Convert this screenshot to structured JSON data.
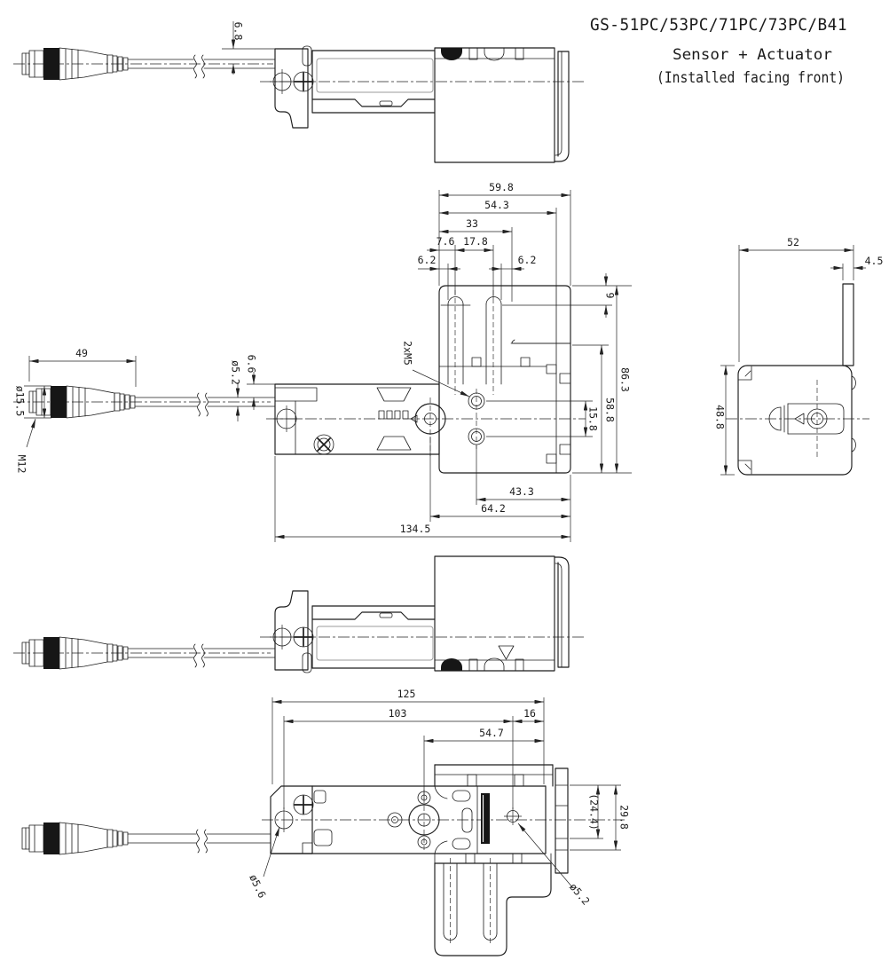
{
  "title": {
    "model": "GS-51PC/53PC/71PC/73PC/B41",
    "subtitle": "Sensor + Actuator",
    "note": "(Installed facing front)"
  },
  "dims": {
    "top_cable_offset": "6.8",
    "plate_width": "59.8",
    "plate_inner_width": "54.3",
    "slot_span": "33",
    "slot_offset": "7.6",
    "slot_pitch": "17.8",
    "edge_left": "6.2",
    "edge_right": "6.2",
    "dome_depth": "9",
    "plate_height": "86.3",
    "step_height": "58.8",
    "hole_pitch": "15.8",
    "connector_length": "49",
    "connector_dia": "ø15.5",
    "thread": "M12",
    "cable_dia": "ø5.2",
    "cable_edge": "6.6",
    "tapped_holes": "2xM5",
    "hole_to_edge": "43.3",
    "circle_to_edge": "64.2",
    "overall_length": "134.5",
    "side_width": "52",
    "plate_thickness": "4.5",
    "side_height": "48.8",
    "bottom_overall": "125",
    "bottom_body": "103",
    "bottom_flange": "16",
    "bottom_hole_offset": "54.7",
    "flange_ref": "(24.4)",
    "flange_len": "29.8",
    "hole_dia": "ø5.2",
    "hole_dia_left": "ø5.6"
  }
}
